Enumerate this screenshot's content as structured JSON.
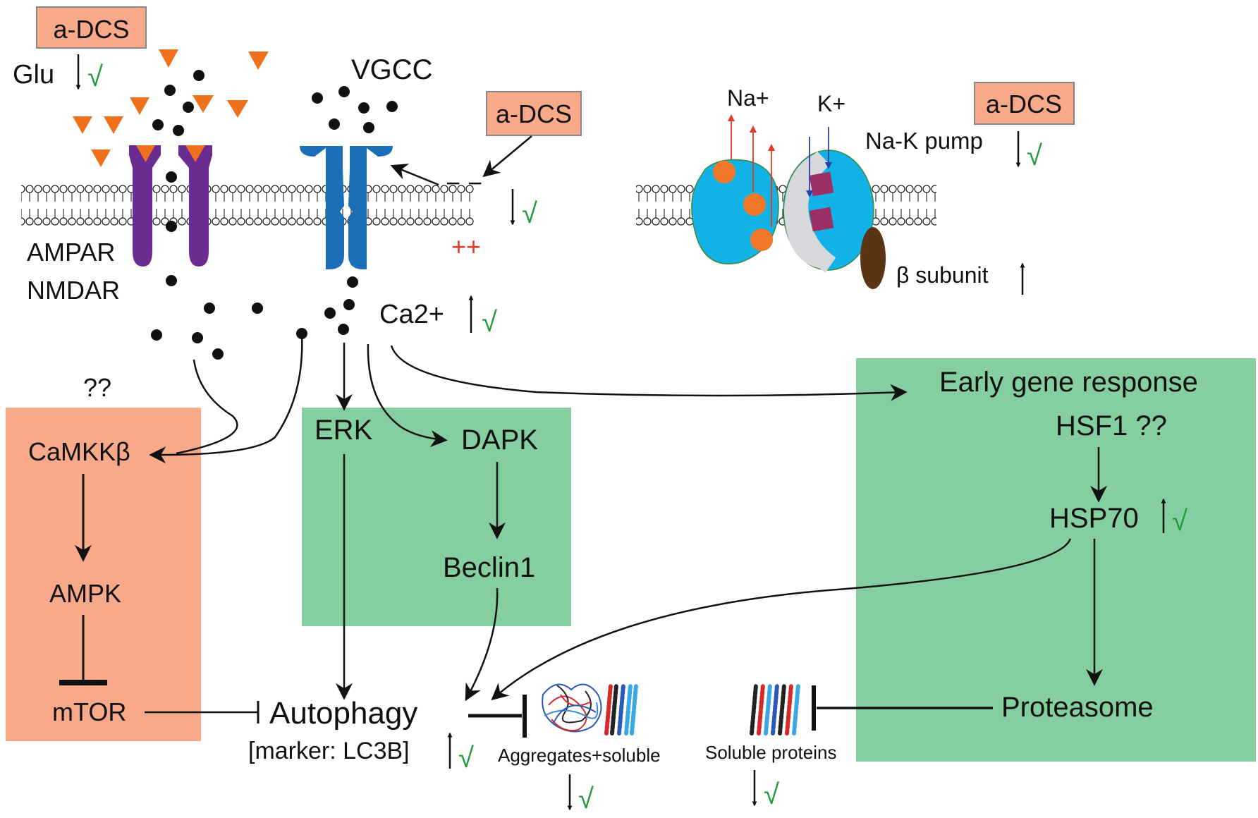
{
  "colors": {
    "salmon": "#f7a98a",
    "green_box": "#84cea0",
    "check_green": "#1e9a3c",
    "glutamate_orange": "#f0701e",
    "receptor_purple": "#6a2c91",
    "channel_blue": "#1b6fb8",
    "pump_cyan": "#12b2e6",
    "pump_grey": "#d6d8dc",
    "pump_orange": "#f07828",
    "pump_magenta": "#9c2f63",
    "beta_brown": "#5a3413",
    "arrow_red": "#e23a24",
    "arrow_blue": "#2a3fa8"
  },
  "icons": [
    "check-icon",
    "down-arrow-icon",
    "up-arrow-icon",
    "inhibition-bar-icon",
    "protein-aggregate-icon"
  ],
  "labels": {
    "adcs_glu": "a-DCS",
    "adcs_vgcc": "a-DCS",
    "adcs_pump": "a-DCS",
    "glu": "Glu",
    "vgcc": "VGCC",
    "ampar": "AMPAR",
    "nmdar": "NMDAR",
    "minus": "− −",
    "plus": "++",
    "ca": "Ca2+",
    "na": "Na+",
    "k": "K+",
    "nak_pump": "Na-K pump",
    "beta_subunit": "β subunit",
    "qq_left": "??",
    "camkkb": "CaMKKβ",
    "ampk": "AMPK",
    "mtor": "mTOR",
    "erk": "ERK",
    "dapk": "DAPK",
    "beclin": "Beclin1",
    "early_gene": "Early gene response",
    "hsf1": "HSF1 ??",
    "hsp70": "HSP70",
    "proteasome": "Proteasome",
    "autophagy": "Autophagy",
    "lc3b": "[marker: LC3B]",
    "aggregates": "Aggregates+soluble",
    "soluble": "Soluble proteins",
    "check": "√"
  }
}
